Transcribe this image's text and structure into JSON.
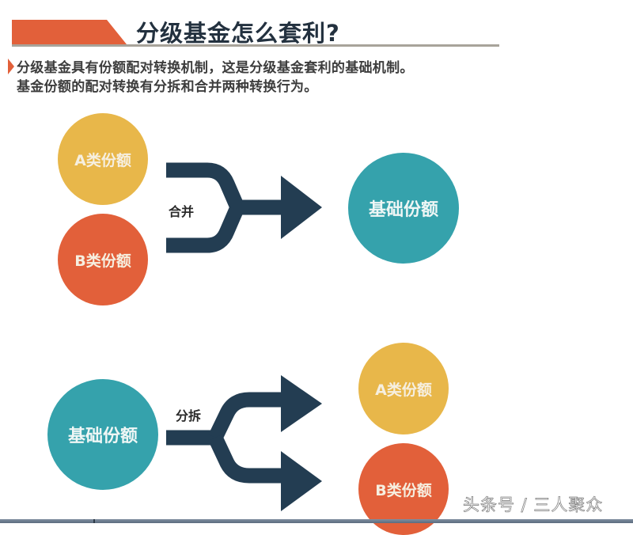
{
  "header": {
    "title": "分级基金怎么套利?",
    "accent_color": "#e2603a"
  },
  "description": {
    "line1": "分级基金具有份额配对转换机制，这是分级基金套利的基础机制。",
    "line2": "基金份额的配对转换有分拆和合并两种转换行为。"
  },
  "merge": {
    "label": "合并",
    "inputs": [
      {
        "label": "A类份额",
        "color": "#e8b74a"
      },
      {
        "label": "B类份额",
        "color": "#e2603a"
      }
    ],
    "output": {
      "label": "基础份额",
      "color": "#35a2ac"
    }
  },
  "split": {
    "label": "分拆",
    "input": {
      "label": "基础份额",
      "color": "#35a2ac"
    },
    "outputs": [
      {
        "label": "A类份额",
        "color": "#e8b74a"
      },
      {
        "label": "B类份额",
        "color": "#e2603a"
      }
    ]
  },
  "arrow_color": "#233d52",
  "watermark": "头条号 / 三人聚众"
}
